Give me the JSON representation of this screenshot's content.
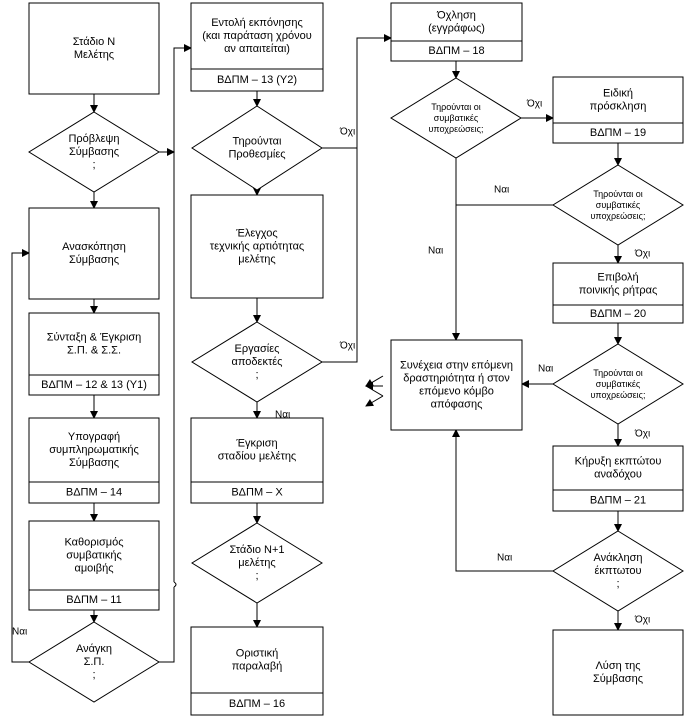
{
  "boxes": {
    "b1": {
      "lines": [
        "Στάδιο Ν",
        "Μελέτης"
      ]
    },
    "b2": {
      "lines": [
        "Ανασκόπηση",
        "Σύμβασης"
      ]
    },
    "b3": {
      "lines": [
        "Σύνταξη & Έγκριση",
        "Σ.Π. & Σ.Σ."
      ],
      "footer": "ΒΔΠΜ – 12 & 13 (Υ1)"
    },
    "b4": {
      "lines": [
        "Υπογραφή",
        "συμπληρωματικής",
        "Σύμβασης"
      ],
      "footer": "ΒΔΠΜ – 14"
    },
    "b5": {
      "lines": [
        "Καθορισμός",
        "συμβατικής",
        "αμοιβής"
      ],
      "footer": "ΒΔΠΜ – 11"
    },
    "b6": {
      "lines": [
        "Εντολή εκπόνησης",
        "(και παράταση χρόνου",
        "αν απαιτείται)"
      ],
      "footer": "ΒΔΠΜ – 13 (Υ2)"
    },
    "b7": {
      "lines": [
        "Έλεγχος",
        "τεχνικής αρτιότητας",
        "μελέτης"
      ]
    },
    "b8": {
      "lines": [
        "Έγκριση",
        "σταδίου μελέτης"
      ],
      "footer": "ΒΔΠΜ – Χ"
    },
    "b9": {
      "lines": [
        "Οριστική",
        "παραλαβή"
      ],
      "footer": "ΒΔΠΜ – 16"
    },
    "b10": {
      "lines": [
        "Όχληση",
        "(εγγράφως)"
      ],
      "footer": "ΒΔΠΜ – 18"
    },
    "b11": {
      "lines": [
        "Ειδική",
        "πρόσκληση"
      ],
      "footer": "ΒΔΠΜ – 19"
    },
    "b12": {
      "lines": [
        "Επιβολή",
        "ποινικής ρήτρας"
      ],
      "footer": "ΒΔΠΜ – 20"
    },
    "b13": {
      "lines": [
        "Κήρυξη εκπτώτου",
        "αναδόχου"
      ],
      "footer": "ΒΔΠΜ – 21"
    },
    "b14": {
      "lines": [
        "Λύση της",
        "Σύμβασης"
      ]
    },
    "b15": {
      "lines": [
        "Συνέχεια στην επόμενη",
        "δραστηριότητα ή στον",
        "επόμενο κόμβο",
        "απόφασης"
      ]
    }
  },
  "diamonds": {
    "d1": {
      "lines": [
        "Πρόβλεψη",
        "Σύμβασης",
        ";"
      ]
    },
    "d2": {
      "lines": [
        "Ανάγκη",
        "Σ.Π.",
        ";"
      ]
    },
    "d3": {
      "lines": [
        "Τηρούνται",
        "Προθεσμίες"
      ]
    },
    "d4": {
      "lines": [
        "Εργασίες",
        "αποδεκτές",
        ";"
      ]
    },
    "d5": {
      "lines": [
        "Στάδιο Ν+1",
        "μελέτης",
        ";"
      ]
    },
    "d6": {
      "lines": [
        "Τηρούνται οι",
        "συμβατικές",
        "υποχρεώσεις;"
      ]
    },
    "d7": {
      "lines": [
        "Τηρούνται οι",
        "συμβατικές",
        "υποχρεώσεις;"
      ]
    },
    "d8": {
      "lines": [
        "Τηρούνται οι",
        "συμβατικές",
        "υποχρεώσεις;"
      ]
    },
    "d9": {
      "lines": [
        "Ανάκληση",
        "έκπτωτου",
        ";"
      ]
    }
  },
  "edge_labels": {
    "nai_left": "Ναι",
    "oxi_d3": "Όχι",
    "oxi_d4": "Όχι",
    "nai_d4": "Ναι",
    "oxi_d6": "Όχι",
    "nai_d6": "Ναι",
    "nai_d7": "Ναι",
    "oxi_d7": "Όχι",
    "nai_d8": "Ναι",
    "oxi_d8": "Όχι",
    "nai_d9": "Ναι",
    "oxi_d9": "Όχι"
  }
}
